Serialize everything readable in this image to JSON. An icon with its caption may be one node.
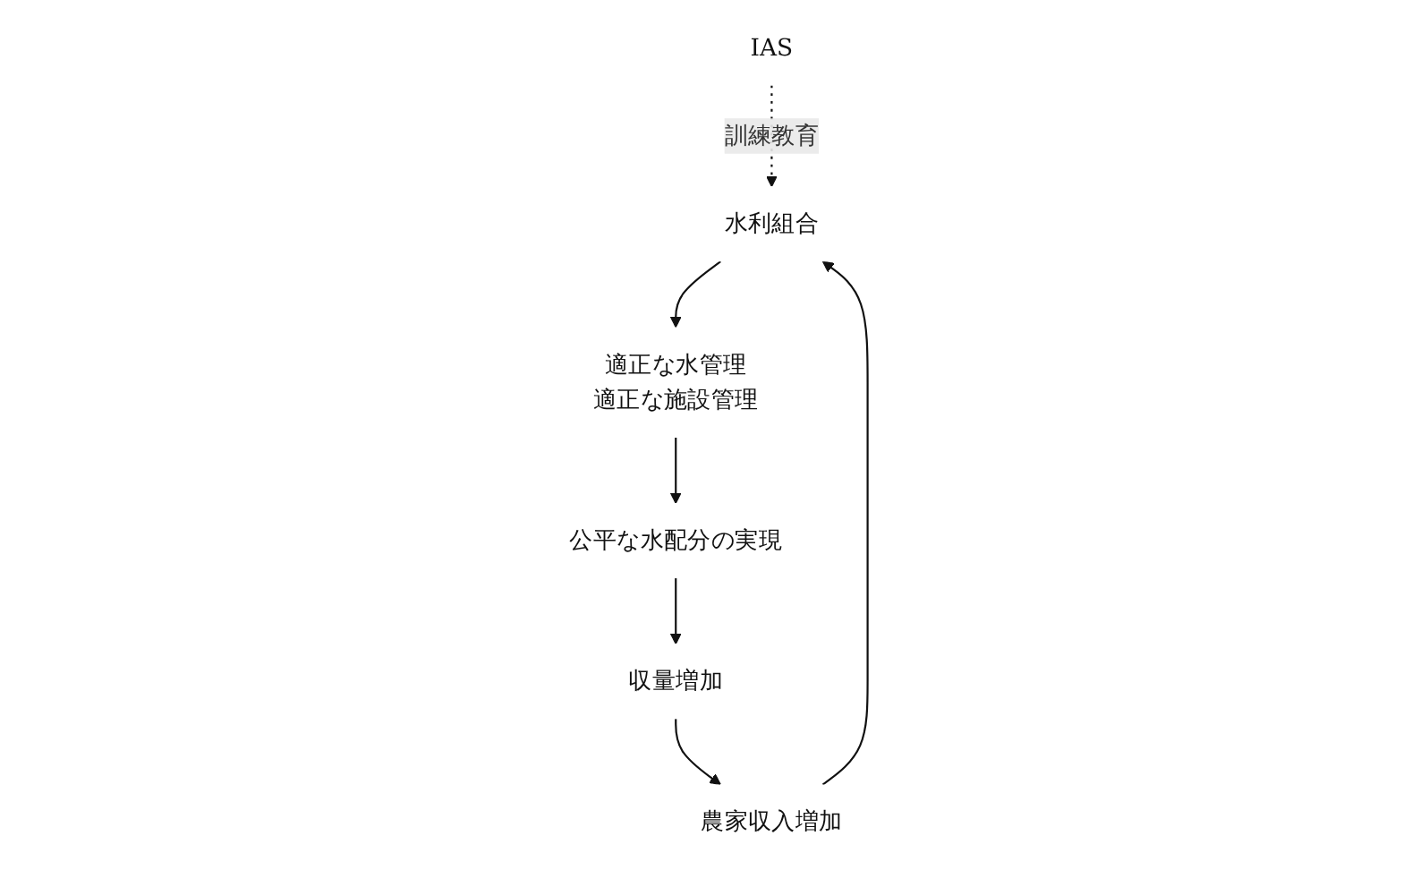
{
  "diagram": {
    "nodes": [
      {
        "text": [
          "水利組合"
        ]
      },
      {
        "text": [
          "農家収入増加"
        ]
      },
      {
        "text": [
          "適正な水管理",
          "適正な施設管理"
        ]
      },
      {
        "text": [
          "IAS"
        ]
      },
      {
        "text": [
          "収量増加"
        ]
      },
      {
        "text": [
          "公平な水配分の実現"
        ]
      }
    ],
    "edges": [
      {
        "from": 0,
        "to": 2,
        "arrow": "to"
      },
      {
        "from": 2,
        "to": 5,
        "arrow": "to"
      },
      {
        "from": 5,
        "to": 4,
        "arrow": "to"
      },
      {
        "from": 4,
        "to": 1,
        "arrow": "to"
      },
      {
        "from": 1,
        "to": 0,
        "arrow": "to"
      },
      {
        "from": 3,
        "to": 0,
        "arrow": "to",
        "style": "dashed",
        "label": "訓練教育"
      }
    ]
  }
}
